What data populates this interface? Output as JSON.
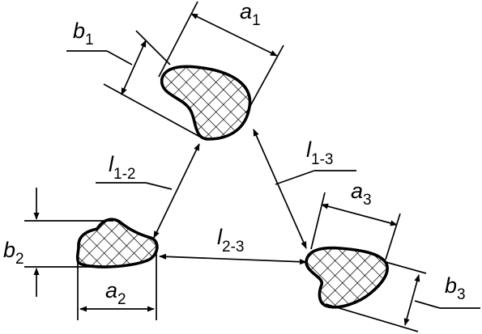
{
  "labels": {
    "a1": {
      "main": "a",
      "sub": "1"
    },
    "b1": {
      "main": "b",
      "sub": "1"
    },
    "a2": {
      "main": "a",
      "sub": "2"
    },
    "b2": {
      "main": "b",
      "sub": "2"
    },
    "a3": {
      "main": "a",
      "sub": "3"
    },
    "b3": {
      "main": "b",
      "sub": "3"
    },
    "l12": {
      "main": "l",
      "sub": "1-2"
    },
    "l13": {
      "main": "l",
      "sub": "1-3"
    },
    "l23": {
      "main": "l",
      "sub": "2-3"
    }
  }
}
